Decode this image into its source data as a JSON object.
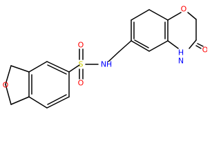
{
  "molecule": {
    "atoms": {
      "ring_oxygen": "O",
      "sulfur": "S",
      "sulfonyl_oxygen_top": "O",
      "sulfonyl_oxygen_bottom": "O",
      "sulfonamide_nh": "N",
      "sulfonamide_h": "H",
      "oxazine_oxygen": "O",
      "lactam_nh": "N",
      "lactam_h": "H",
      "carbonyl_oxygen": "O"
    },
    "colors": {
      "bond": "#000000",
      "oxygen": "#ff0000",
      "nitrogen": "#0000ff",
      "sulfur": "#cccc00"
    }
  }
}
